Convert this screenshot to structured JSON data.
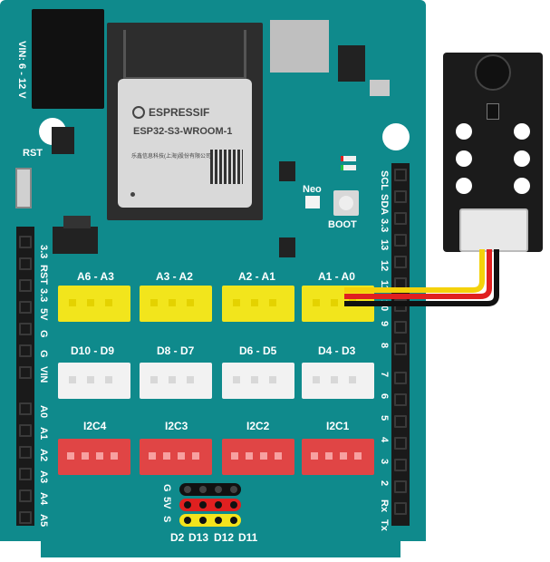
{
  "board": {
    "power_label": "VIN: 6 - 12 V",
    "rst_label": "RST",
    "neo_label": "Neo",
    "boot_label": "BOOT",
    "module_brand": "ESPRESSIF",
    "module_model": "ESP32-S3-WROOM-1",
    "module_maker": "乐鑫信息科技(上海)股份有限公司"
  },
  "connectors": {
    "analog": [
      "A6 - A3",
      "A3 - A2",
      "A2 - A1",
      "A1 - A0"
    ],
    "digital": [
      "D10 - D9",
      "D8 - D7",
      "D6 - D5",
      "D4 - D3"
    ],
    "i2c": [
      "I2C4",
      "I2C3",
      "I2C2",
      "I2C1"
    ]
  },
  "left_header": [
    "3.3",
    "RST",
    "3.3",
    "5V",
    "G",
    "G",
    "VIN",
    "A0",
    "A1",
    "A2",
    "A3",
    "A4",
    "A5"
  ],
  "right_header": [
    "SCL",
    "SDA",
    "3.3",
    "13",
    "12",
    "11",
    "10",
    "9",
    "8",
    "7",
    "6",
    "5",
    "4",
    "3",
    "2",
    "Rx",
    "Tx"
  ],
  "servo_header": {
    "row_labels": [
      "G",
      "5V",
      "S"
    ],
    "col_labels": [
      "D2",
      "D13",
      "D12",
      "D11"
    ]
  },
  "colors": {
    "board": "#0f8a8c",
    "analog_connector": "#f2e51c",
    "digital_connector": "#f2f2f2",
    "i2c_connector": "#e04545",
    "wire_red": "#e02020",
    "wire_yellow": "#f4d20b",
    "wire_black": "#111111"
  }
}
